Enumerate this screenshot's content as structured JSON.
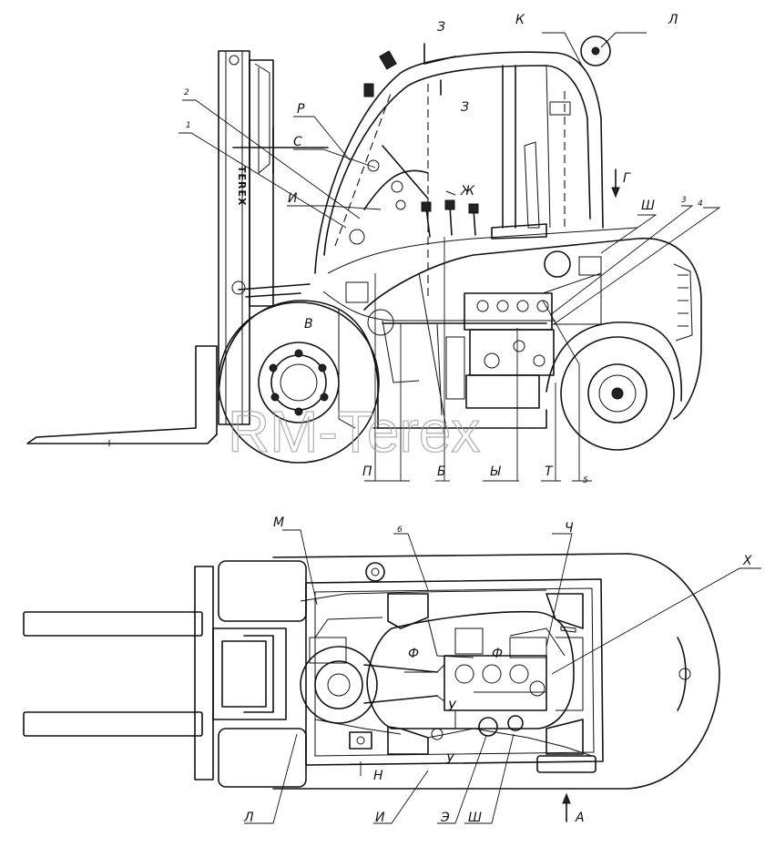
{
  "side_view": {
    "mast_brand": "TEREX",
    "callouts": {
      "z": "З",
      "k": "К",
      "l": "Л",
      "p": "Р",
      "s": "С",
      "i": "И",
      "zh": "Ж",
      "g": "Г",
      "sh": "Ш",
      "n2": "2",
      "n1": "1",
      "n3": "3",
      "n4": "4",
      "n5": "5",
      "v": "В",
      "pe": "П",
      "b": "Б",
      "y": "Ы",
      "t": "Т"
    }
  },
  "top_view": {
    "callouts": {
      "m": "М",
      "n6": "6",
      "ch": "Ч",
      "kh": "Х",
      "f1": "Ф",
      "f2": "Ф",
      "u1": "У",
      "u2": "У",
      "n": "Н",
      "l": "Л",
      "i": "И",
      "e": "Э",
      "sh": "Ш",
      "a": "А"
    }
  },
  "watermark": "RM-Terex"
}
